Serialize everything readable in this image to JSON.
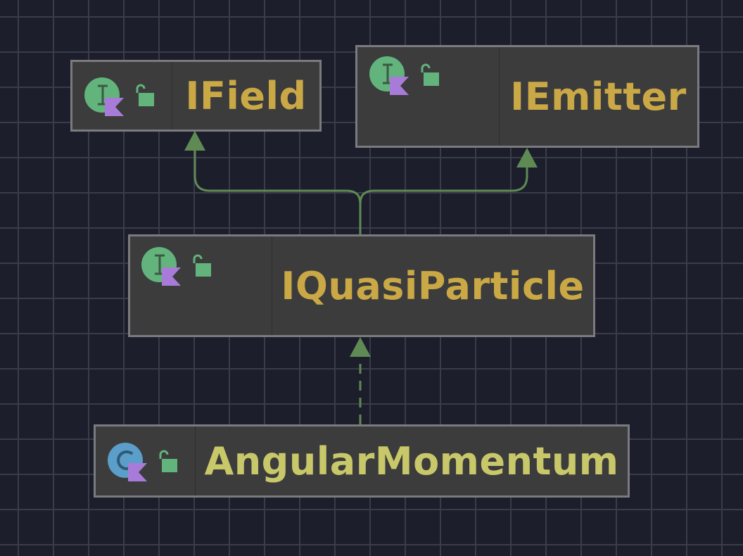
{
  "diagram": {
    "nodes": [
      {
        "id": "ifield",
        "name": "IField",
        "kind": "interface",
        "visibility": "public"
      },
      {
        "id": "iemitter",
        "name": "IEmitter",
        "kind": "interface",
        "visibility": "public"
      },
      {
        "id": "iquasiparticle",
        "name": "IQuasiParticle",
        "kind": "interface",
        "visibility": "public"
      },
      {
        "id": "angularmomentum",
        "name": "AngularMomentum",
        "kind": "class",
        "visibility": "public"
      }
    ],
    "edges": [
      {
        "from": "iquasiparticle",
        "to": "ifield",
        "type": "extends",
        "style": "solid"
      },
      {
        "from": "iquasiparticle",
        "to": "iemitter",
        "type": "extends",
        "style": "solid"
      },
      {
        "from": "angularmomentum",
        "to": "iquasiparticle",
        "type": "implements",
        "style": "dashed"
      }
    ]
  },
  "colors": {
    "background": "#1c1e2c",
    "grid": "#3a3c4a",
    "node_fill": "#3c3c3c",
    "node_border": "#7b7b7f",
    "interface_name": "#c9a845",
    "class_name": "#c8c86a",
    "interface_icon": "#62b37c",
    "class_icon": "#5a9ec9",
    "kotlin_badge": "#a97bd9",
    "edge": "#5f8a54"
  },
  "icons": {
    "interface": "interface-icon",
    "class": "class-icon",
    "kotlin": "kotlin-badge-icon",
    "visibility": "unlock-icon"
  }
}
